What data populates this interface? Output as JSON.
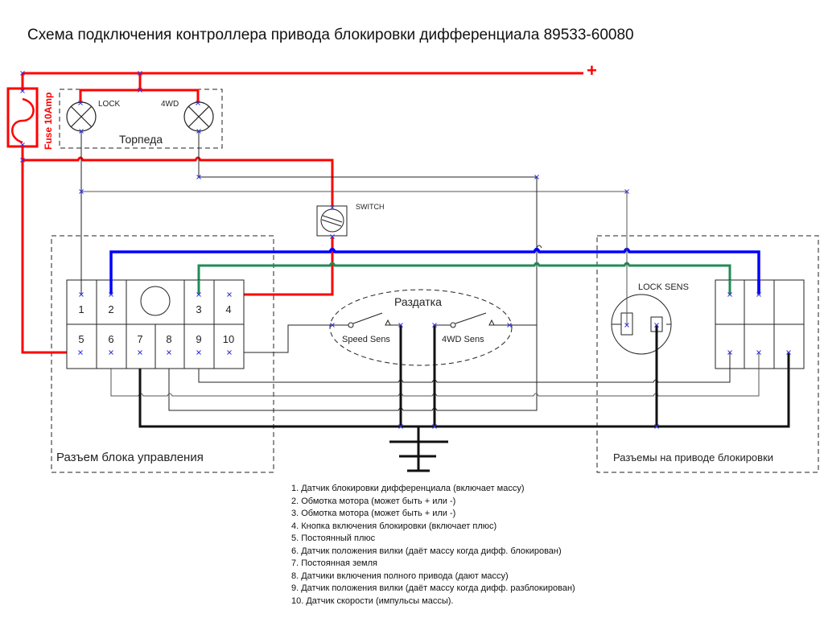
{
  "title": "Схема подключения контроллера привода блокировки дифференциала 89533-60080",
  "power_label": "+",
  "fuse_label": "Fuse 10Amp",
  "dashboard": {
    "label": "Торпеда",
    "lamp_lock": "LOCK",
    "lamp_4wd": "4WD"
  },
  "switch_label": "SWITCH",
  "transfer_case": {
    "label": "Раздатка",
    "speed_sensor": "Speed Sens",
    "fwd_sensor": "4WD Sens"
  },
  "ecu_connector": {
    "label": "Разъем блока управления",
    "pins": [
      "1",
      "2",
      "3",
      "4",
      "5",
      "6",
      "7",
      "8",
      "9",
      "10"
    ]
  },
  "actuator": {
    "label": "Разъемы на приводе блокировки",
    "lock_sens": "LOCK SENS"
  },
  "colors": {
    "power": "#ff0000",
    "motor_a": "#0000ff",
    "motor_b": "#228b57",
    "signal": "#222222",
    "node": "#3333dd"
  },
  "legend": [
    "1. Датчик блокировки дифференциала (включает массу)",
    "2. Обмотка мотора (может быть + или -)",
    "3. Обмотка мотора (может быть + или -)",
    "4. Кнопка включения блокировки (включает плюс)",
    "5. Постоянный плюс",
    "6. Датчик положения вилки (даёт массу когда дифф. блокирован)",
    "7. Постоянная земля",
    "8. Датчики включения полного привода (дают массу)",
    "9. Датчик положения вилки (даёт массу когда дифф. разблокирован)",
    "10. Датчик скорости (импульсы массы)."
  ]
}
